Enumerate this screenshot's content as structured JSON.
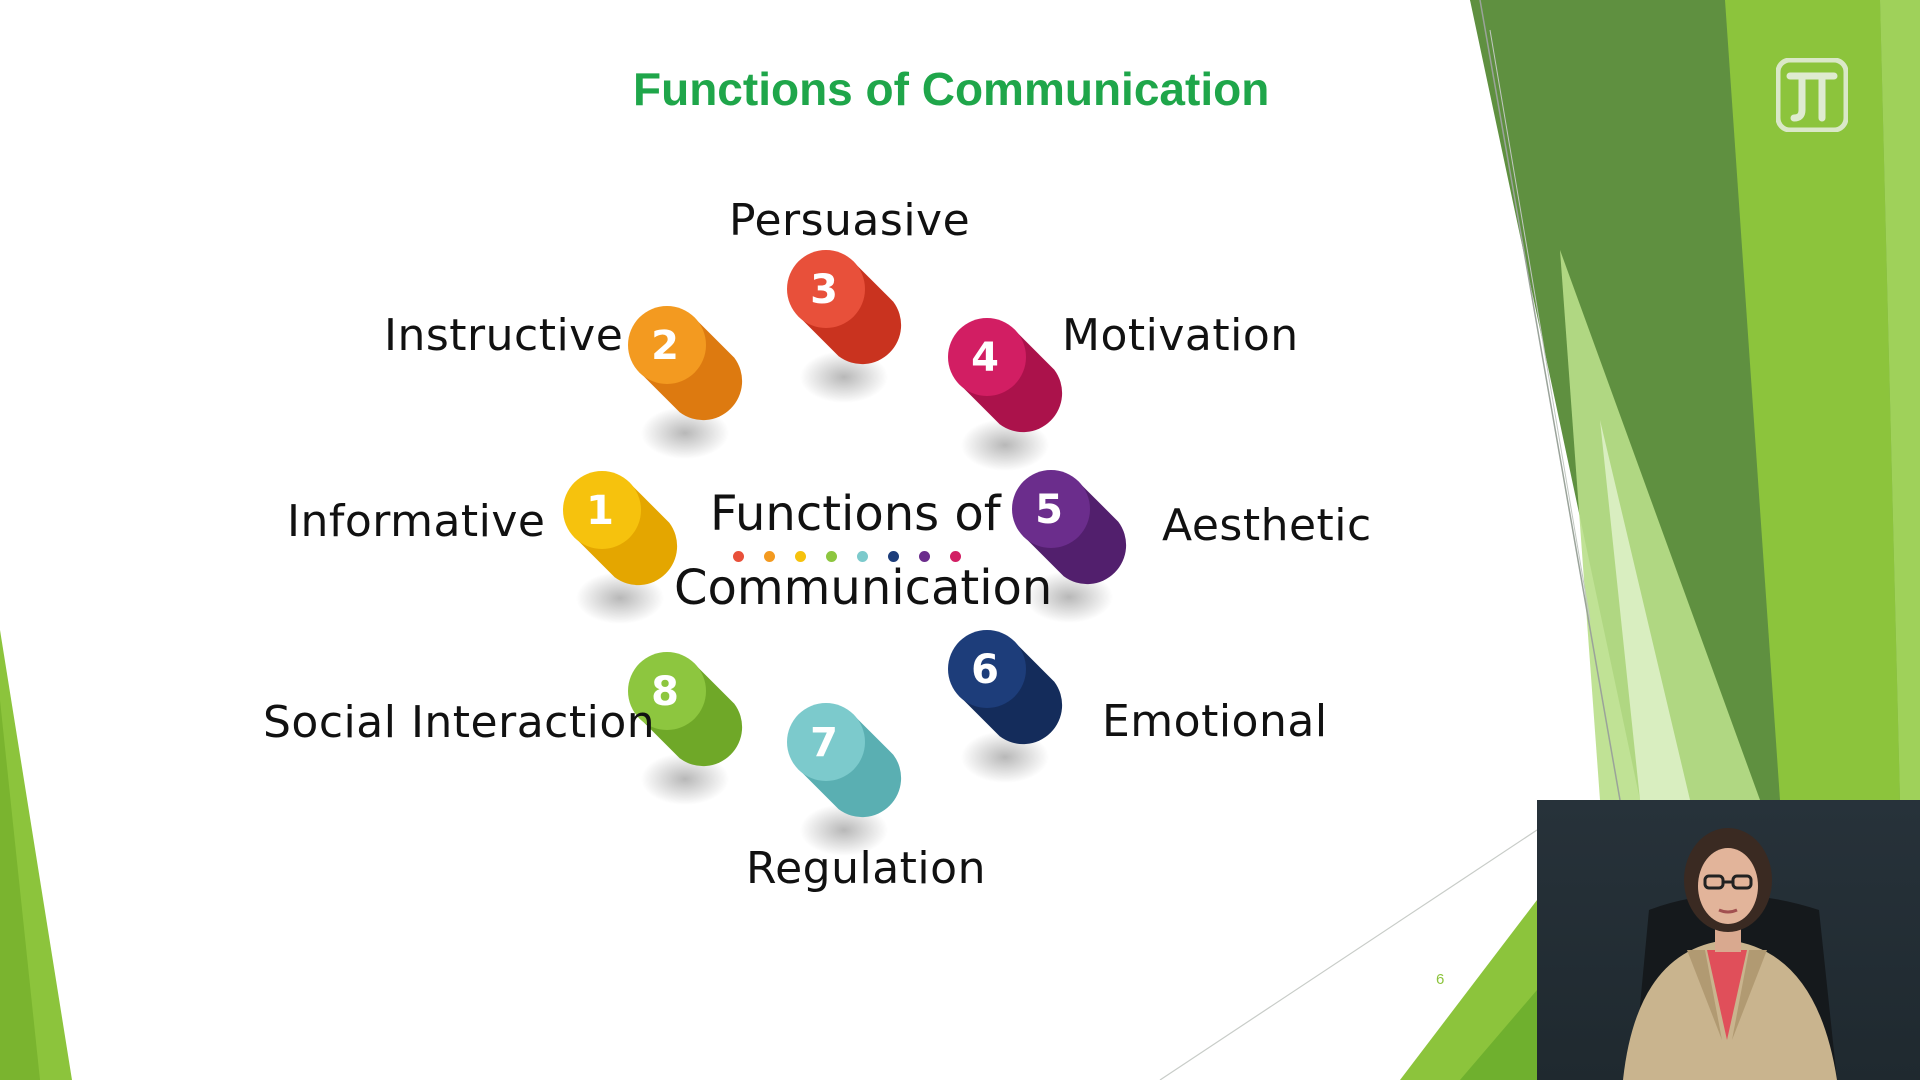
{
  "slide": {
    "title": "Functions of Communication",
    "page_number": "6"
  },
  "diagram": {
    "center": {
      "line1": "Functions of",
      "line2": "Communication"
    },
    "dot_colors": [
      "#e8503a",
      "#f39a20",
      "#f6c20d",
      "#8dc63f",
      "#7ccacc",
      "#1d3d7a",
      "#6b2d8c",
      "#d21e63"
    ],
    "items": [
      {
        "number": "1",
        "label": "Informative",
        "color": "#f6c20d",
        "dark": "#e4a600"
      },
      {
        "number": "2",
        "label": "Instructive",
        "color": "#f39a20",
        "dark": "#dd7a10"
      },
      {
        "number": "3",
        "label": "Persuasive",
        "color": "#e8503a",
        "dark": "#c9331f"
      },
      {
        "number": "4",
        "label": "Motivation",
        "color": "#d21e63",
        "dark": "#ab124b"
      },
      {
        "number": "5",
        "label": "Aesthetic",
        "color": "#6b2d8c",
        "dark": "#521f6d"
      },
      {
        "number": "6",
        "label": "Emotional",
        "color": "#1d3d7a",
        "dark": "#142c5b"
      },
      {
        "number": "7",
        "label": "Regulation",
        "color": "#7ccacc",
        "dark": "#5aafb2"
      },
      {
        "number": "8",
        "label": "Social Interaction",
        "color": "#8dc63f",
        "dark": "#6fa828"
      }
    ]
  },
  "theme": {
    "accent_green": "#1fa64a",
    "deco_green_dark": "#4f8f36",
    "deco_green_light": "#9fd15a"
  },
  "icons": {
    "logo": "jt-logo-icon"
  },
  "video": {
    "content": "presenter-webcam"
  }
}
